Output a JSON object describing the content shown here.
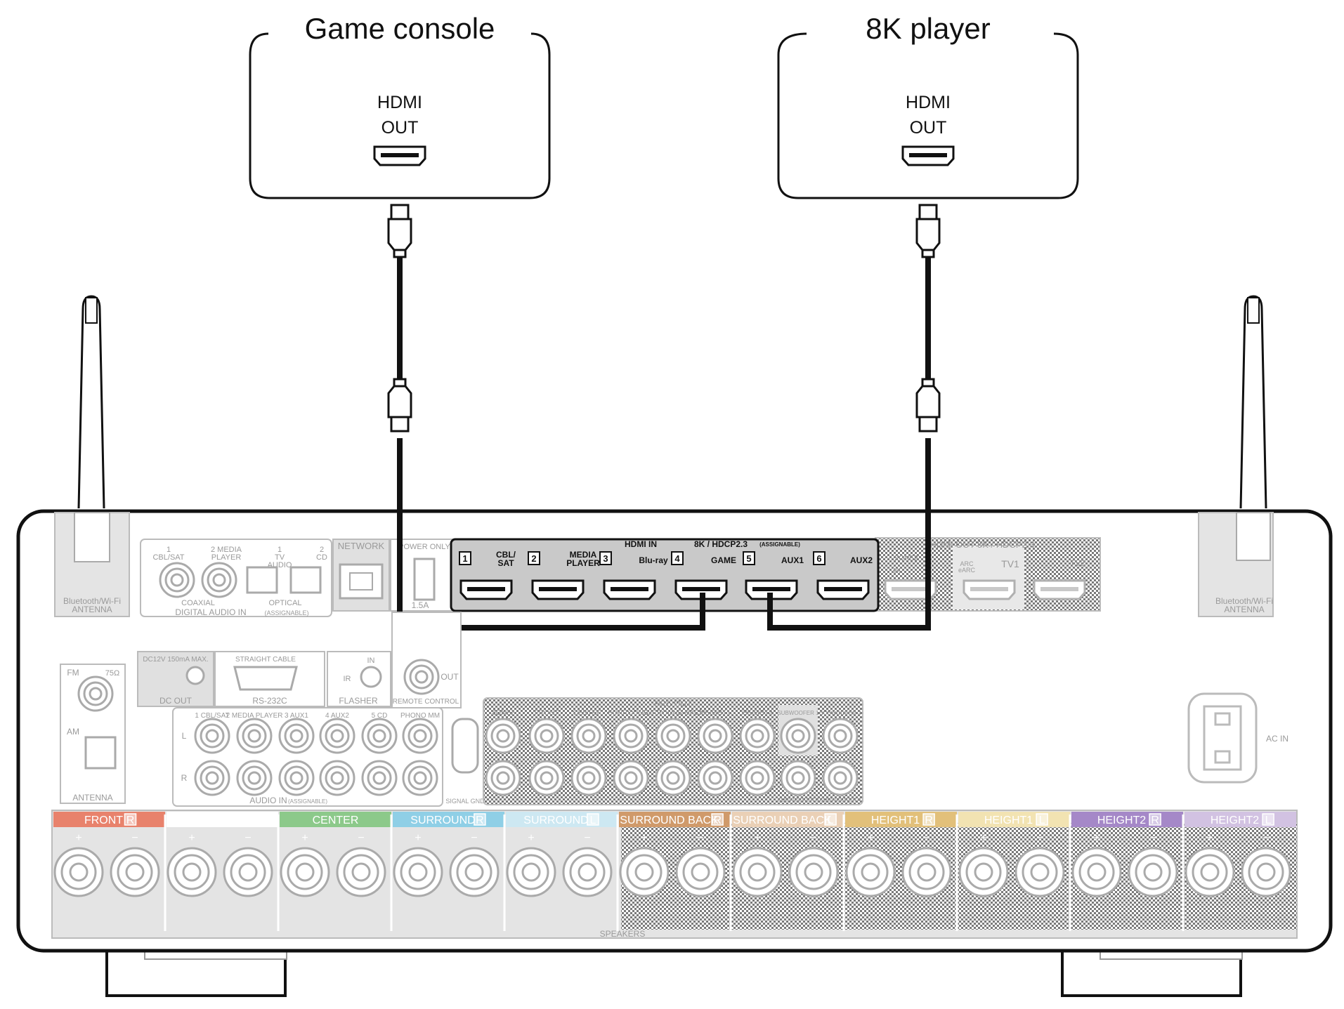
{
  "devices": {
    "game": {
      "name": "Game console",
      "port": [
        "HDMI",
        "OUT"
      ]
    },
    "player": {
      "name": "8K player",
      "port": [
        "HDMI",
        "OUT"
      ]
    }
  },
  "receiver": {
    "hdmi_in": {
      "title": "HDMI IN",
      "spec": "8K / HDCP2.3",
      "note": "(ASSIGNABLE)",
      "inputs": [
        {
          "num": "1",
          "name": "CBL/\nSAT"
        },
        {
          "num": "2",
          "name": "MEDIA\nPLAYER"
        },
        {
          "num": "3",
          "name": "Blu-ray"
        },
        {
          "num": "4",
          "name": "GAME"
        },
        {
          "num": "5",
          "name": "AUX1"
        },
        {
          "num": "6",
          "name": "AUX2"
        }
      ]
    },
    "hdmi_out": {
      "title": "HDMI OUT  8K / HDCP2.3",
      "tv1": "TV1",
      "tv2": "TV2",
      "zone2": "ZONE2",
      "arc": "ARC\neARC",
      "k4": "4K"
    },
    "antenna_left": "Bluetooth/Wi-Fi\nANTENNA",
    "antenna_right": "Bluetooth/Wi-Fi\nANTENNA",
    "digital_audio": {
      "title": "DIGITAL AUDIO IN",
      "note": "(ASSIGNABLE)",
      "coaxial": "COAXIAL",
      "optical": "OPTICAL",
      "c1": "1\nCBL/SAT",
      "c2": "2 MEDIA\nPLAYER",
      "o1": "1\nTV\nAUDIO",
      "o2": "2\nCD"
    },
    "network": "NETWORK",
    "power_only": "POWER ONLY",
    "usb_rating": "1.5A",
    "fm": "FM",
    "ohm": "75Ω",
    "am": "AM",
    "antenna": "ANTENNA",
    "dc_out_rating": "DC12V 150mA MAX.",
    "dc_out": "DC OUT",
    "straight_cable": "STRAIGHT CABLE",
    "rs232c": "RS-232C",
    "flasher": "FLASHER",
    "ir": "IR",
    "in": "IN",
    "out": "OUT",
    "remote_control": "REMOTE CONTROL",
    "audio_in": {
      "title": "AUDIO IN",
      "note": "(ASSIGNABLE)",
      "inputs": [
        "1 CBL/SAT",
        "2 MEDIA PLAYER",
        "3 AUX1",
        "4 AUX2",
        "5 CD"
      ],
      "L": "L",
      "R": "R"
    },
    "phono": "PHONO MM",
    "signal_gnd": "SIGNAL GND",
    "pre_out": {
      "title": "PRE OUT",
      "labels": [
        "ZONE2",
        "FRONT",
        "CENTER",
        "SURROUND",
        "SURROUND BACK",
        "HEIGHT1",
        "HEIGHT2",
        "SUBWOOFER 1",
        "SUBWOOFER 2",
        "SUBWOOFER 3",
        "SUBWOOFER 4"
      ]
    },
    "ac_in": "AC IN",
    "speakers": {
      "title": "SPEAKERS",
      "groups": [
        {
          "name": "FRONT",
          "side": "R",
          "color": "#e8826c"
        },
        {
          "name": "FRONT",
          "side": "L",
          "color": "#ffffff"
        },
        {
          "name": "CENTER",
          "side": "",
          "color": "#8cc98a"
        },
        {
          "name": "SURROUND",
          "side": "R",
          "color": "#8fcfe6"
        },
        {
          "name": "SURROUND",
          "side": "L",
          "color": "#cde8f2"
        },
        {
          "name": "SURROUND BACK",
          "side": "R",
          "color": "#d09a6a"
        },
        {
          "name": "SURROUND BACK",
          "side": "L",
          "color": "#ead0b6"
        },
        {
          "name": "HEIGHT1",
          "side": "R",
          "color": "#e2c07a"
        },
        {
          "name": "HEIGHT1",
          "side": "L",
          "color": "#f2e3b2"
        },
        {
          "name": "HEIGHT2",
          "side": "R",
          "color": "#a588c8"
        },
        {
          "name": "HEIGHT2",
          "side": "L",
          "color": "#d2c2e2"
        }
      ]
    }
  }
}
